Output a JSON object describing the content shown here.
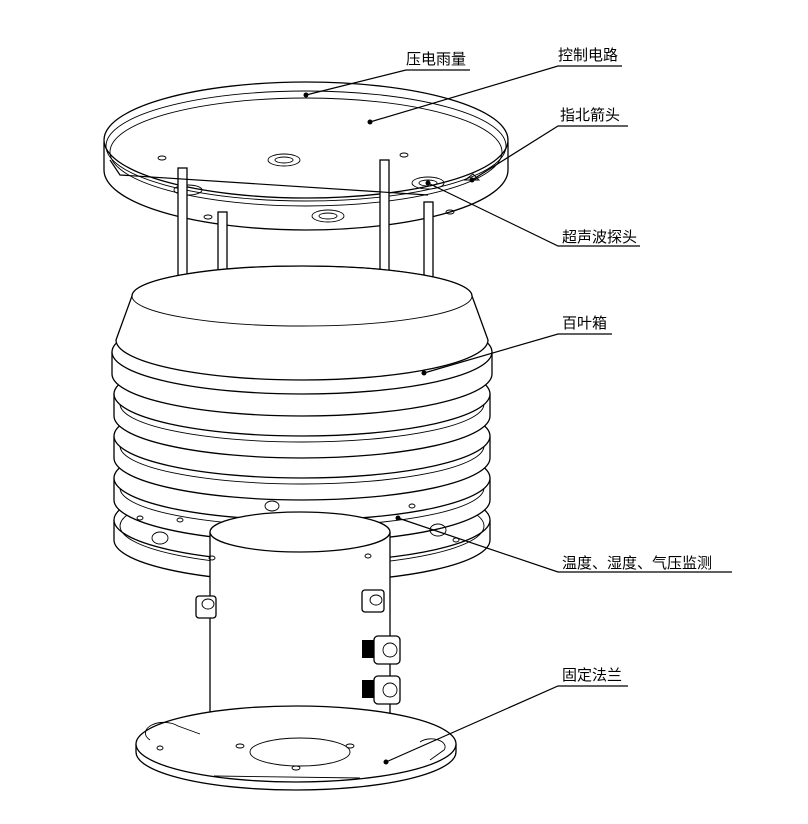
{
  "labels": {
    "rain": "压电雨量",
    "circuit": "控制电路",
    "north": "指北箭头",
    "ultrasonic": "超声波探头",
    "louver": "百叶箱",
    "sensors": "温度、湿度、气压监测",
    "flange": "固定法兰"
  },
  "colors": {
    "line": "#000000",
    "background": "#ffffff"
  }
}
